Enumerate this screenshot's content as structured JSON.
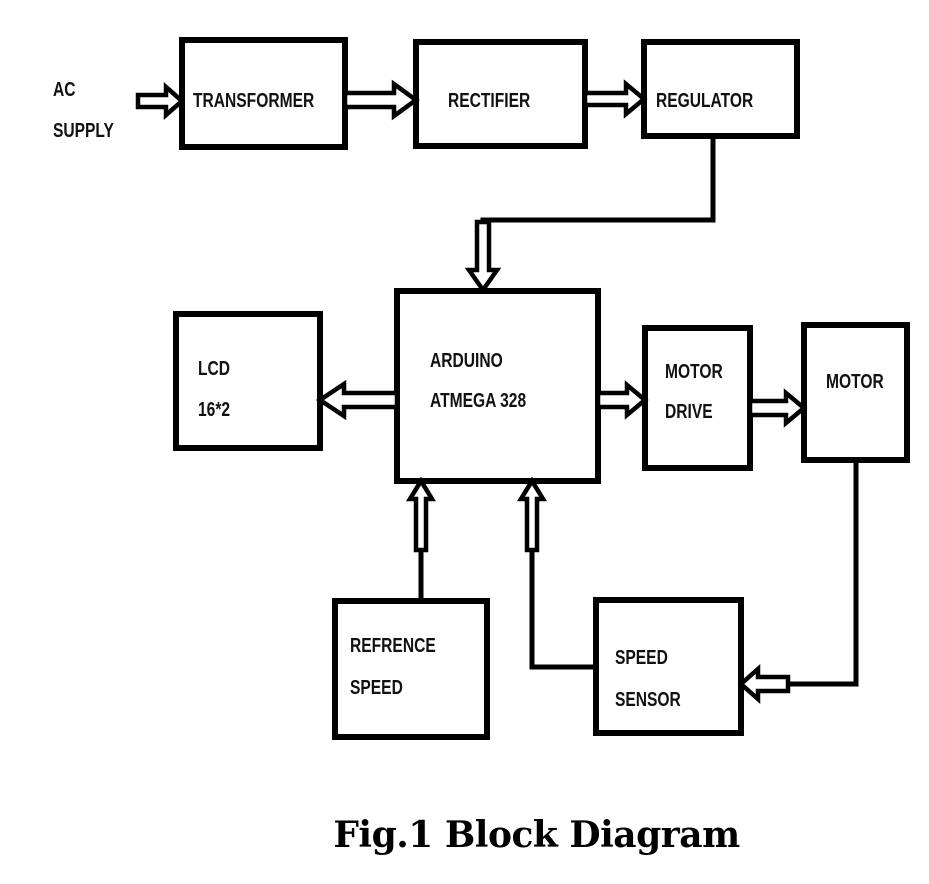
{
  "figure": {
    "caption": "Fig.1 Block Diagram",
    "colors": {
      "line": "#000000",
      "background": "#ffffff",
      "text": "#111111"
    }
  },
  "inputs": {
    "ac_supply": [
      "AC",
      "SUPPLY"
    ]
  },
  "blocks": {
    "transformer": [
      "TRANSFORMER"
    ],
    "rectifier": [
      "RECTIFIER"
    ],
    "regulator": [
      "REGULATOR"
    ],
    "arduino": [
      "ARDUINO",
      "ATMEGA 328"
    ],
    "lcd": [
      "LCD",
      "16*2"
    ],
    "motor_drive": [
      "MOTOR",
      "DRIVE"
    ],
    "motor": [
      "MOTOR"
    ],
    "reference_speed": [
      "REFRENCE",
      "SPEED"
    ],
    "speed_sensor": [
      "SPEED",
      "SENSOR"
    ]
  },
  "connections": [
    {
      "from": "ac_supply",
      "to": "transformer",
      "style": "hollow-arrow"
    },
    {
      "from": "transformer",
      "to": "rectifier",
      "style": "hollow-arrow"
    },
    {
      "from": "rectifier",
      "to": "regulator",
      "style": "hollow-arrow"
    },
    {
      "from": "regulator",
      "to": "arduino",
      "style": "line-with-hollow-arrow"
    },
    {
      "from": "arduino",
      "to": "lcd",
      "style": "hollow-arrow"
    },
    {
      "from": "arduino",
      "to": "motor_drive",
      "style": "hollow-arrow"
    },
    {
      "from": "motor_drive",
      "to": "motor",
      "style": "hollow-arrow"
    },
    {
      "from": "motor",
      "to": "speed_sensor",
      "style": "line-with-hollow-arrow"
    },
    {
      "from": "reference_speed",
      "to": "arduino",
      "style": "line-with-hollow-arrow"
    },
    {
      "from": "speed_sensor",
      "to": "arduino",
      "style": "line-with-hollow-arrow"
    }
  ]
}
